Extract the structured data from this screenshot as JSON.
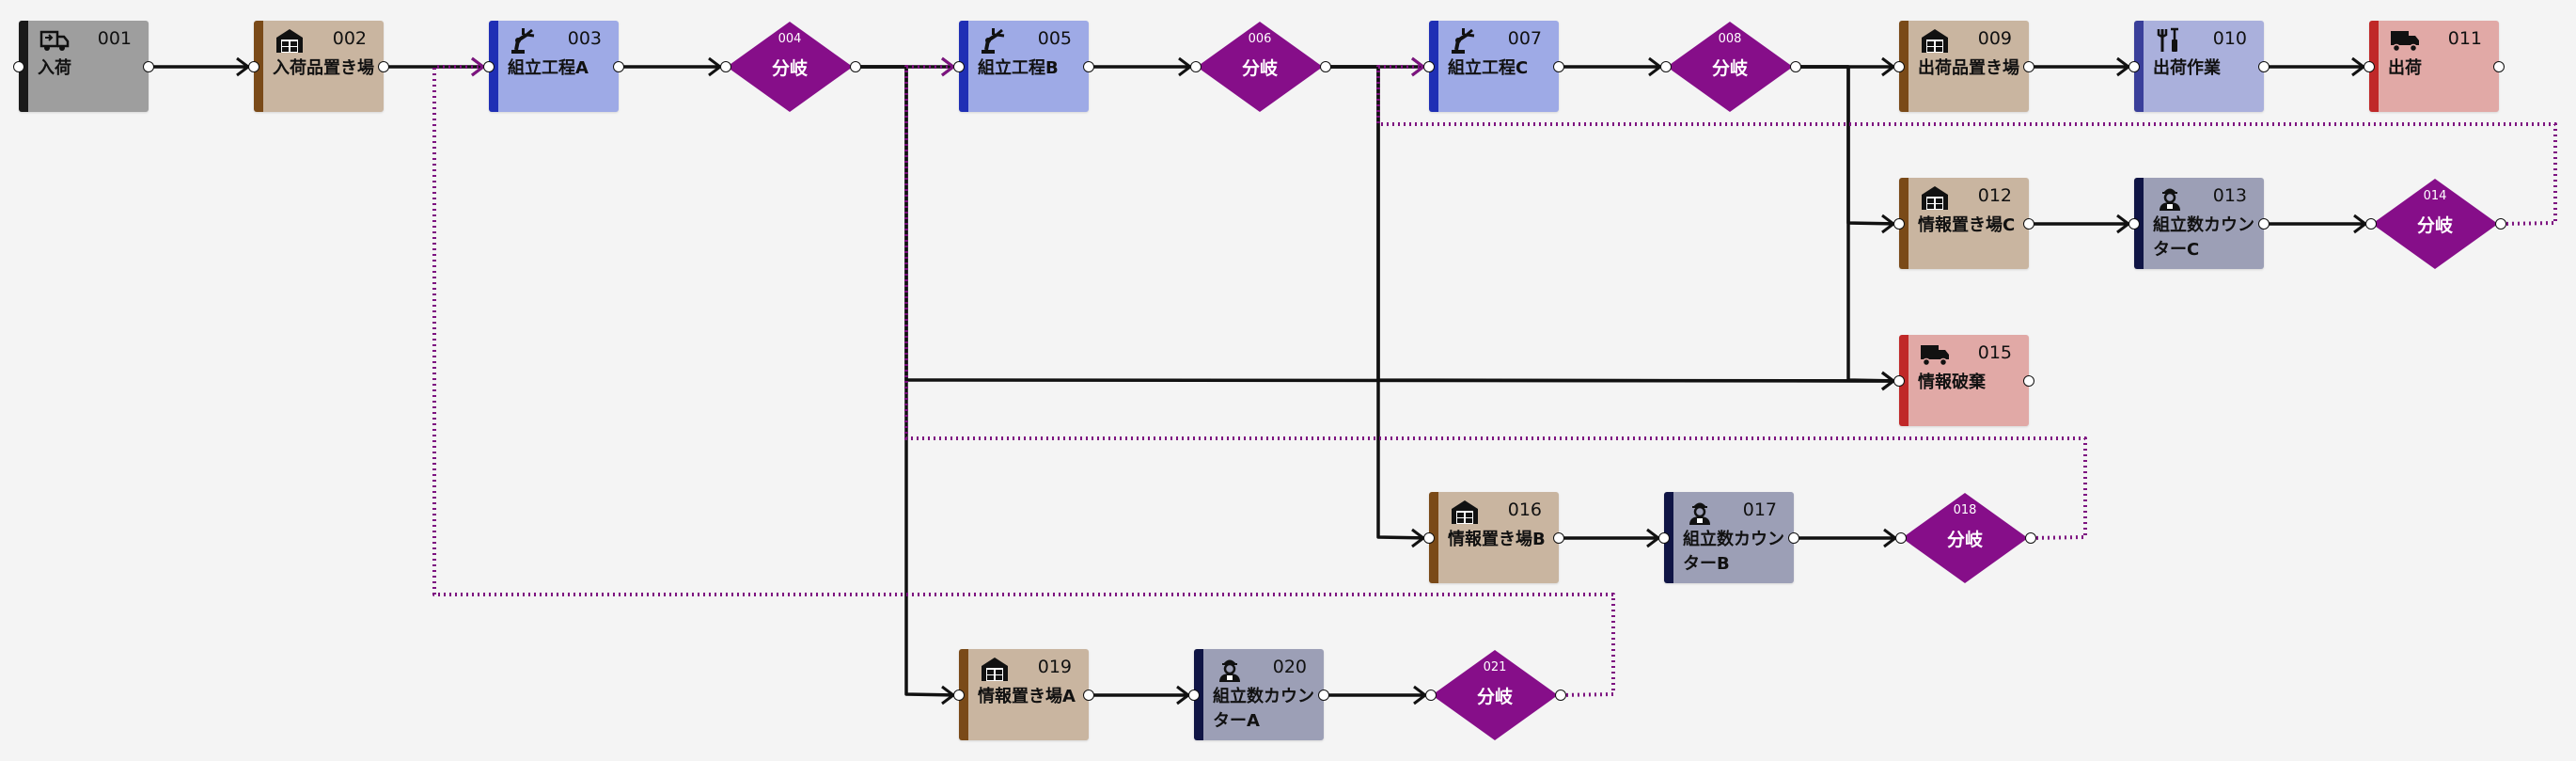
{
  "nodes": [
    {
      "id": "001",
      "num": "001",
      "label": "入荷",
      "type": "inbound",
      "icon": "inbound-truck-icon"
    },
    {
      "id": "002",
      "num": "002",
      "label": "入荷品置き場",
      "type": "storage",
      "icon": "warehouse-icon"
    },
    {
      "id": "003",
      "num": "003",
      "label": "組立工程A",
      "type": "assembly",
      "icon": "robot-arm-icon"
    },
    {
      "id": "004",
      "num": "004",
      "label": "分岐",
      "type": "branch"
    },
    {
      "id": "005",
      "num": "005",
      "label": "組立工程B",
      "type": "assembly",
      "icon": "robot-arm-icon"
    },
    {
      "id": "006",
      "num": "006",
      "label": "分岐",
      "type": "branch"
    },
    {
      "id": "007",
      "num": "007",
      "label": "組立工程C",
      "type": "assembly",
      "icon": "robot-arm-icon"
    },
    {
      "id": "008",
      "num": "008",
      "label": "分岐",
      "type": "branch"
    },
    {
      "id": "009",
      "num": "009",
      "label": "出荷品置き場",
      "type": "storage",
      "icon": "warehouse-icon"
    },
    {
      "id": "010",
      "num": "010",
      "label": "出荷作業",
      "type": "shipwork",
      "icon": "tools-icon"
    },
    {
      "id": "011",
      "num": "011",
      "label": "出荷",
      "type": "outbound",
      "icon": "truck-icon"
    },
    {
      "id": "012",
      "num": "012",
      "label": "情報置き場C",
      "type": "storage",
      "icon": "warehouse-icon"
    },
    {
      "id": "013",
      "num": "013",
      "label": "組立数カウンターC",
      "type": "counter",
      "icon": "worker-icon"
    },
    {
      "id": "014",
      "num": "014",
      "label": "分岐",
      "type": "branch"
    },
    {
      "id": "015",
      "num": "015",
      "label": "情報破棄",
      "type": "outbound",
      "icon": "truck-icon"
    },
    {
      "id": "016",
      "num": "016",
      "label": "情報置き場B",
      "type": "storage",
      "icon": "warehouse-icon"
    },
    {
      "id": "017",
      "num": "017",
      "label": "組立数カウンターB",
      "type": "counter",
      "icon": "worker-icon"
    },
    {
      "id": "018",
      "num": "018",
      "label": "分岐",
      "type": "branch"
    },
    {
      "id": "019",
      "num": "019",
      "label": "情報置き場A",
      "type": "storage",
      "icon": "warehouse-icon"
    },
    {
      "id": "020",
      "num": "020",
      "label": "組立数カウンターA",
      "type": "counter",
      "icon": "worker-icon"
    },
    {
      "id": "021",
      "num": "021",
      "label": "分岐",
      "type": "branch"
    }
  ],
  "edges": [
    {
      "from": "001",
      "to": "002",
      "style": "solid"
    },
    {
      "from": "002",
      "to": "003",
      "style": "solid"
    },
    {
      "from": "003",
      "to": "004",
      "style": "solid"
    },
    {
      "from": "004",
      "to": "005",
      "style": "solid"
    },
    {
      "from": "004",
      "to": "015",
      "style": "solid"
    },
    {
      "from": "004",
      "to": "019",
      "style": "solid"
    },
    {
      "from": "005",
      "to": "006",
      "style": "solid"
    },
    {
      "from": "006",
      "to": "007",
      "style": "solid"
    },
    {
      "from": "006",
      "to": "015",
      "style": "solid"
    },
    {
      "from": "006",
      "to": "016",
      "style": "solid"
    },
    {
      "from": "007",
      "to": "008",
      "style": "solid"
    },
    {
      "from": "008",
      "to": "009",
      "style": "solid"
    },
    {
      "from": "008",
      "to": "012",
      "style": "solid"
    },
    {
      "from": "008",
      "to": "015",
      "style": "solid"
    },
    {
      "from": "009",
      "to": "010",
      "style": "solid"
    },
    {
      "from": "010",
      "to": "011",
      "style": "solid"
    },
    {
      "from": "012",
      "to": "013",
      "style": "solid"
    },
    {
      "from": "013",
      "to": "014",
      "style": "solid"
    },
    {
      "from": "016",
      "to": "017",
      "style": "solid"
    },
    {
      "from": "017",
      "to": "018",
      "style": "solid"
    },
    {
      "from": "019",
      "to": "020",
      "style": "solid"
    },
    {
      "from": "020",
      "to": "021",
      "style": "solid"
    },
    {
      "from": "014",
      "to": "007",
      "style": "dotted"
    },
    {
      "from": "018",
      "to": "005",
      "style": "dotted"
    },
    {
      "from": "021",
      "to": "003",
      "style": "dotted"
    }
  ],
  "colors": {
    "inbound": {
      "fill": "#9e9e9e",
      "bar": "#1a1a1a"
    },
    "storage": {
      "fill": "#c9b5a0",
      "bar": "#7a4a18"
    },
    "assembly": {
      "fill": "#9eaae6",
      "bar": "#1f2fb5"
    },
    "shipwork": {
      "fill": "#aab0dc",
      "bar": "#3a3f9a"
    },
    "outbound": {
      "fill": "#e1a9a6",
      "bar": "#c02828"
    },
    "counter": {
      "fill": "#9c9fb6",
      "bar": "#101545"
    },
    "branch": {
      "fill": "#860e89"
    },
    "edge_solid": "#111111",
    "edge_dotted": "#7d1380"
  }
}
